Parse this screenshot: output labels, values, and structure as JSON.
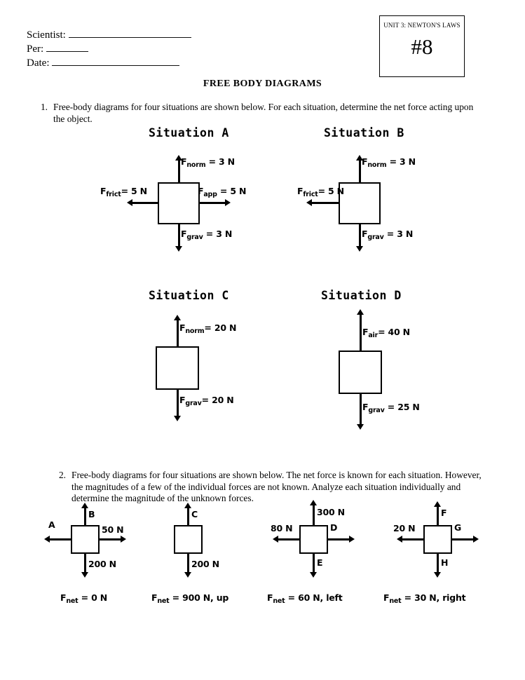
{
  "header": {
    "fields": [
      {
        "label": "Scientist:",
        "value": "",
        "line": "long"
      },
      {
        "label": "Per:",
        "value": "",
        "line": "short"
      },
      {
        "label": "Date:",
        "value": "",
        "line": "mid"
      }
    ],
    "unit_box": {
      "unit_name": "UNIT 3: NEWTON'S LAWS",
      "number": "#8"
    },
    "title": "FREE BODY DIAGRAMS"
  },
  "questions": [
    {
      "number": "1.",
      "text": "Free-body diagrams for four situations are shown below. For each situation, determine the net force acting upon the object."
    },
    {
      "number": "2.",
      "text": "Free-body diagrams for four situations are shown below. The net force is known for each situation. However, the magnitudes of a few of the individual forces are not known. Analyze each situation individually and determine the magnitude of the unknown forces."
    }
  ],
  "q1_situations": [
    {
      "title": "Situation A",
      "forces": {
        "up": {
          "symbol": "F",
          "sub": "norm",
          "value": "= 3 N"
        },
        "left": {
          "symbol": "F",
          "sub": "frict",
          "value": "= 5 N"
        },
        "right": {
          "symbol": "F",
          "sub": "app",
          "value": "= 5 N"
        },
        "down": {
          "symbol": "F",
          "sub": "grav",
          "value": "= 3 N"
        }
      }
    },
    {
      "title": "Situation B",
      "forces": {
        "up": {
          "symbol": "F",
          "sub": "norm",
          "value": "= 3 N"
        },
        "left": {
          "symbol": "F",
          "sub": "frict",
          "value": "= 5 N"
        },
        "down": {
          "symbol": "F",
          "sub": "grav",
          "value": "= 3 N"
        }
      }
    },
    {
      "title": "Situation C",
      "forces": {
        "up": {
          "symbol": "F",
          "sub": "norm",
          "value": "= 20 N"
        },
        "down": {
          "symbol": "F",
          "sub": "grav",
          "value": "= 20 N"
        }
      }
    },
    {
      "title": "Situation D",
      "forces": {
        "up": {
          "symbol": "F",
          "sub": "air",
          "value": "= 40 N"
        },
        "down": {
          "symbol": "F",
          "sub": "grav",
          "value": "= 25 N"
        }
      }
    }
  ],
  "q2_situations": [
    {
      "labels": {
        "up": "B",
        "left": "A",
        "right": "50 N",
        "down": "200 N"
      },
      "net": {
        "symbol": "F",
        "sub": "net",
        "value": "= 0 N"
      }
    },
    {
      "labels": {
        "up": "C",
        "down": "200 N"
      },
      "net": {
        "symbol": "F",
        "sub": "net",
        "value": "= 900 N, up"
      }
    },
    {
      "labels": {
        "up": "300 N",
        "left": "80 N",
        "right": "D",
        "down": "E"
      },
      "net": {
        "symbol": "F",
        "sub": "net",
        "value": "= 60 N, left"
      }
    },
    {
      "labels": {
        "up": "F",
        "left": "20 N",
        "right": "G",
        "down": "H"
      },
      "net": {
        "symbol": "F",
        "sub": "net",
        "value": "= 30 N, right"
      }
    }
  ]
}
